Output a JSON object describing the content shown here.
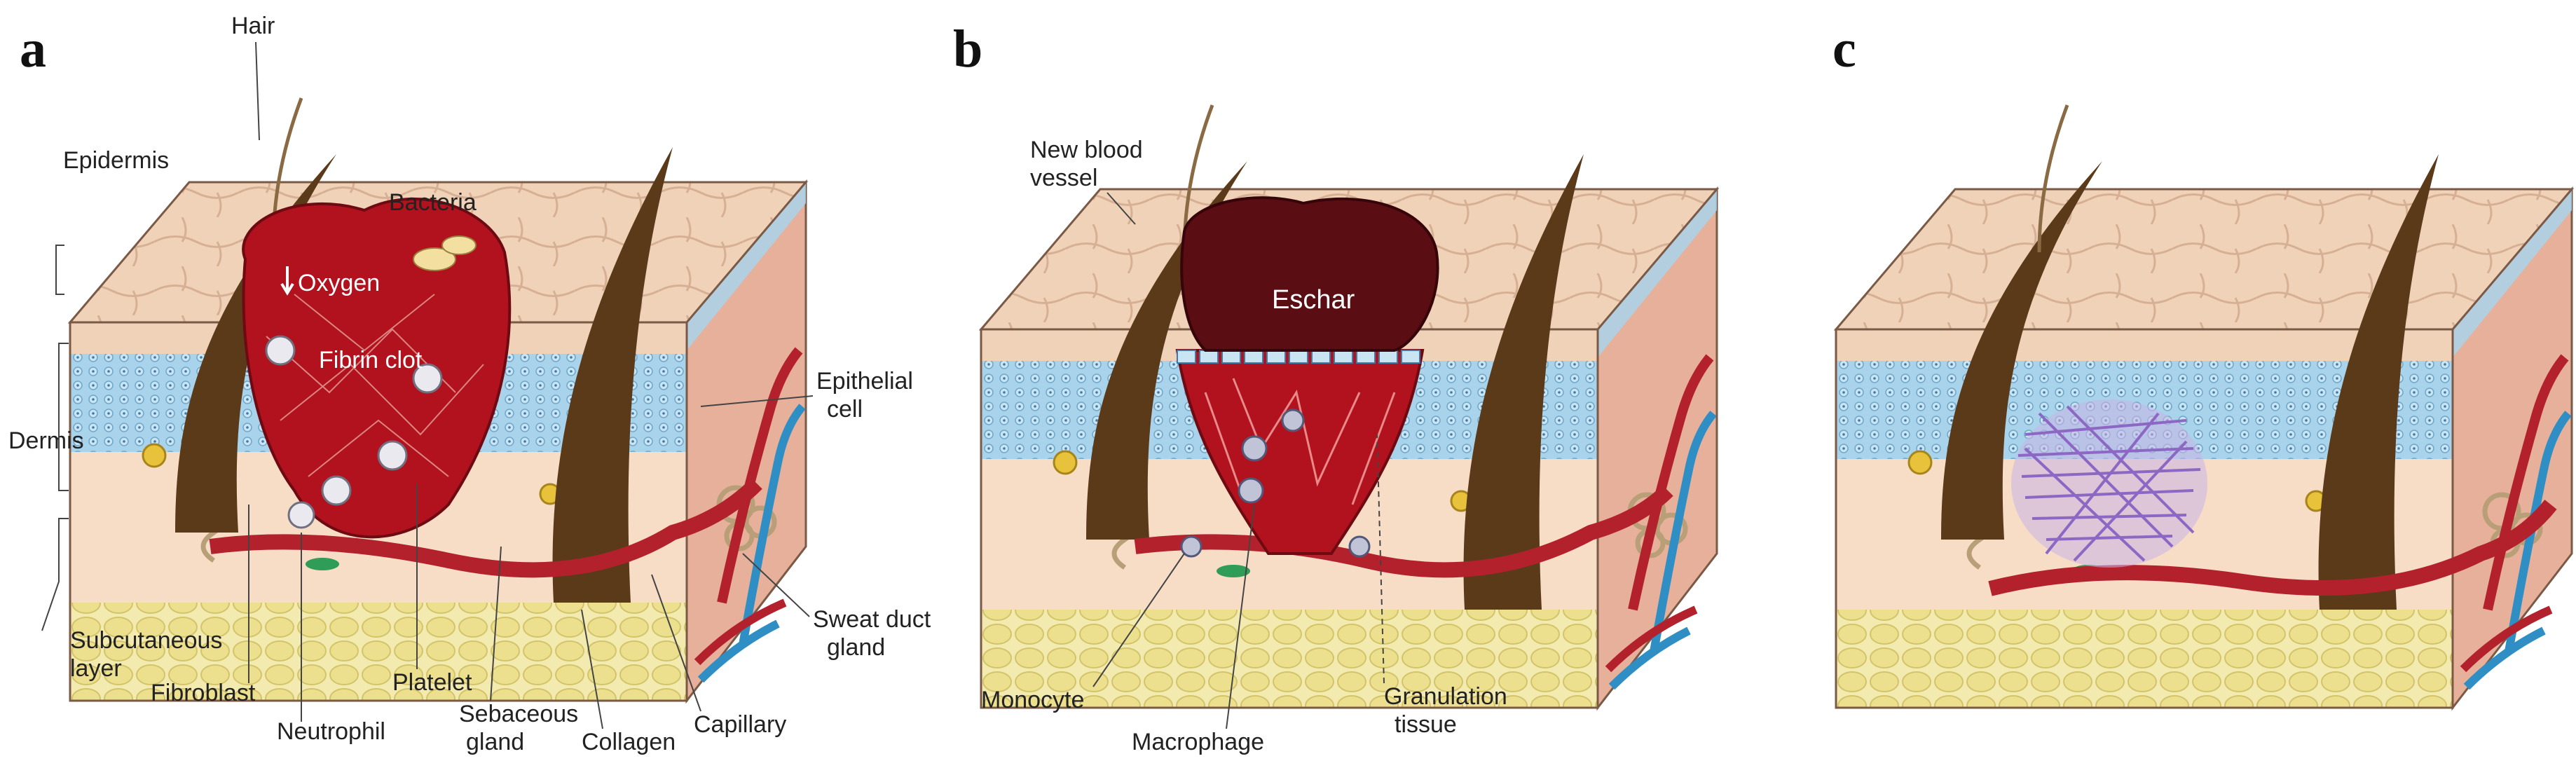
{
  "panels": {
    "a": {
      "letter": "a",
      "labels": {
        "hair": "Hair",
        "epidermis": "Epidermis",
        "dermis": "Dermis",
        "subcutaneous_1": "Subcutaneous",
        "subcutaneous_2": "layer",
        "bacteria": "Bacteria",
        "oxygen": "Oxygen",
        "fibrin_clot": "Fibrin clot",
        "epithelial_1": "Epithelial",
        "epithelial_2": "cell",
        "fibroblast": "Fibroblast",
        "neutrophil": "Neutrophil",
        "platelet": "Platelet",
        "sebaceous_1": "Sebaceous",
        "sebaceous_2": "gland",
        "collagen": "Collagen",
        "capillary": "Capillary",
        "sweat_1": "Sweat duct",
        "sweat_2": "gland"
      }
    },
    "b": {
      "letter": "b",
      "labels": {
        "new_vessel_1": "New blood",
        "new_vessel_2": "vessel",
        "eschar": "Eschar",
        "monocyte": "Monocyte",
        "macrophage": "Macrophage",
        "granulation_1": "Granulation",
        "granulation_2": "tissue"
      }
    },
    "c": {
      "letter": "c"
    }
  },
  "colors": {
    "skin_top": "#efd2b8",
    "epidermis": "#a9d3ea",
    "dermis": "#f7dcc6",
    "fat": "#eee49c",
    "side_face": "#e7b09a",
    "clot": "#b1121e",
    "eschar": "#5a0d12",
    "hair": "#5b3a1a",
    "vessel_red": "#b3222c",
    "vessel_blue": "#2f8fc4",
    "scar": "#8c68c4"
  }
}
